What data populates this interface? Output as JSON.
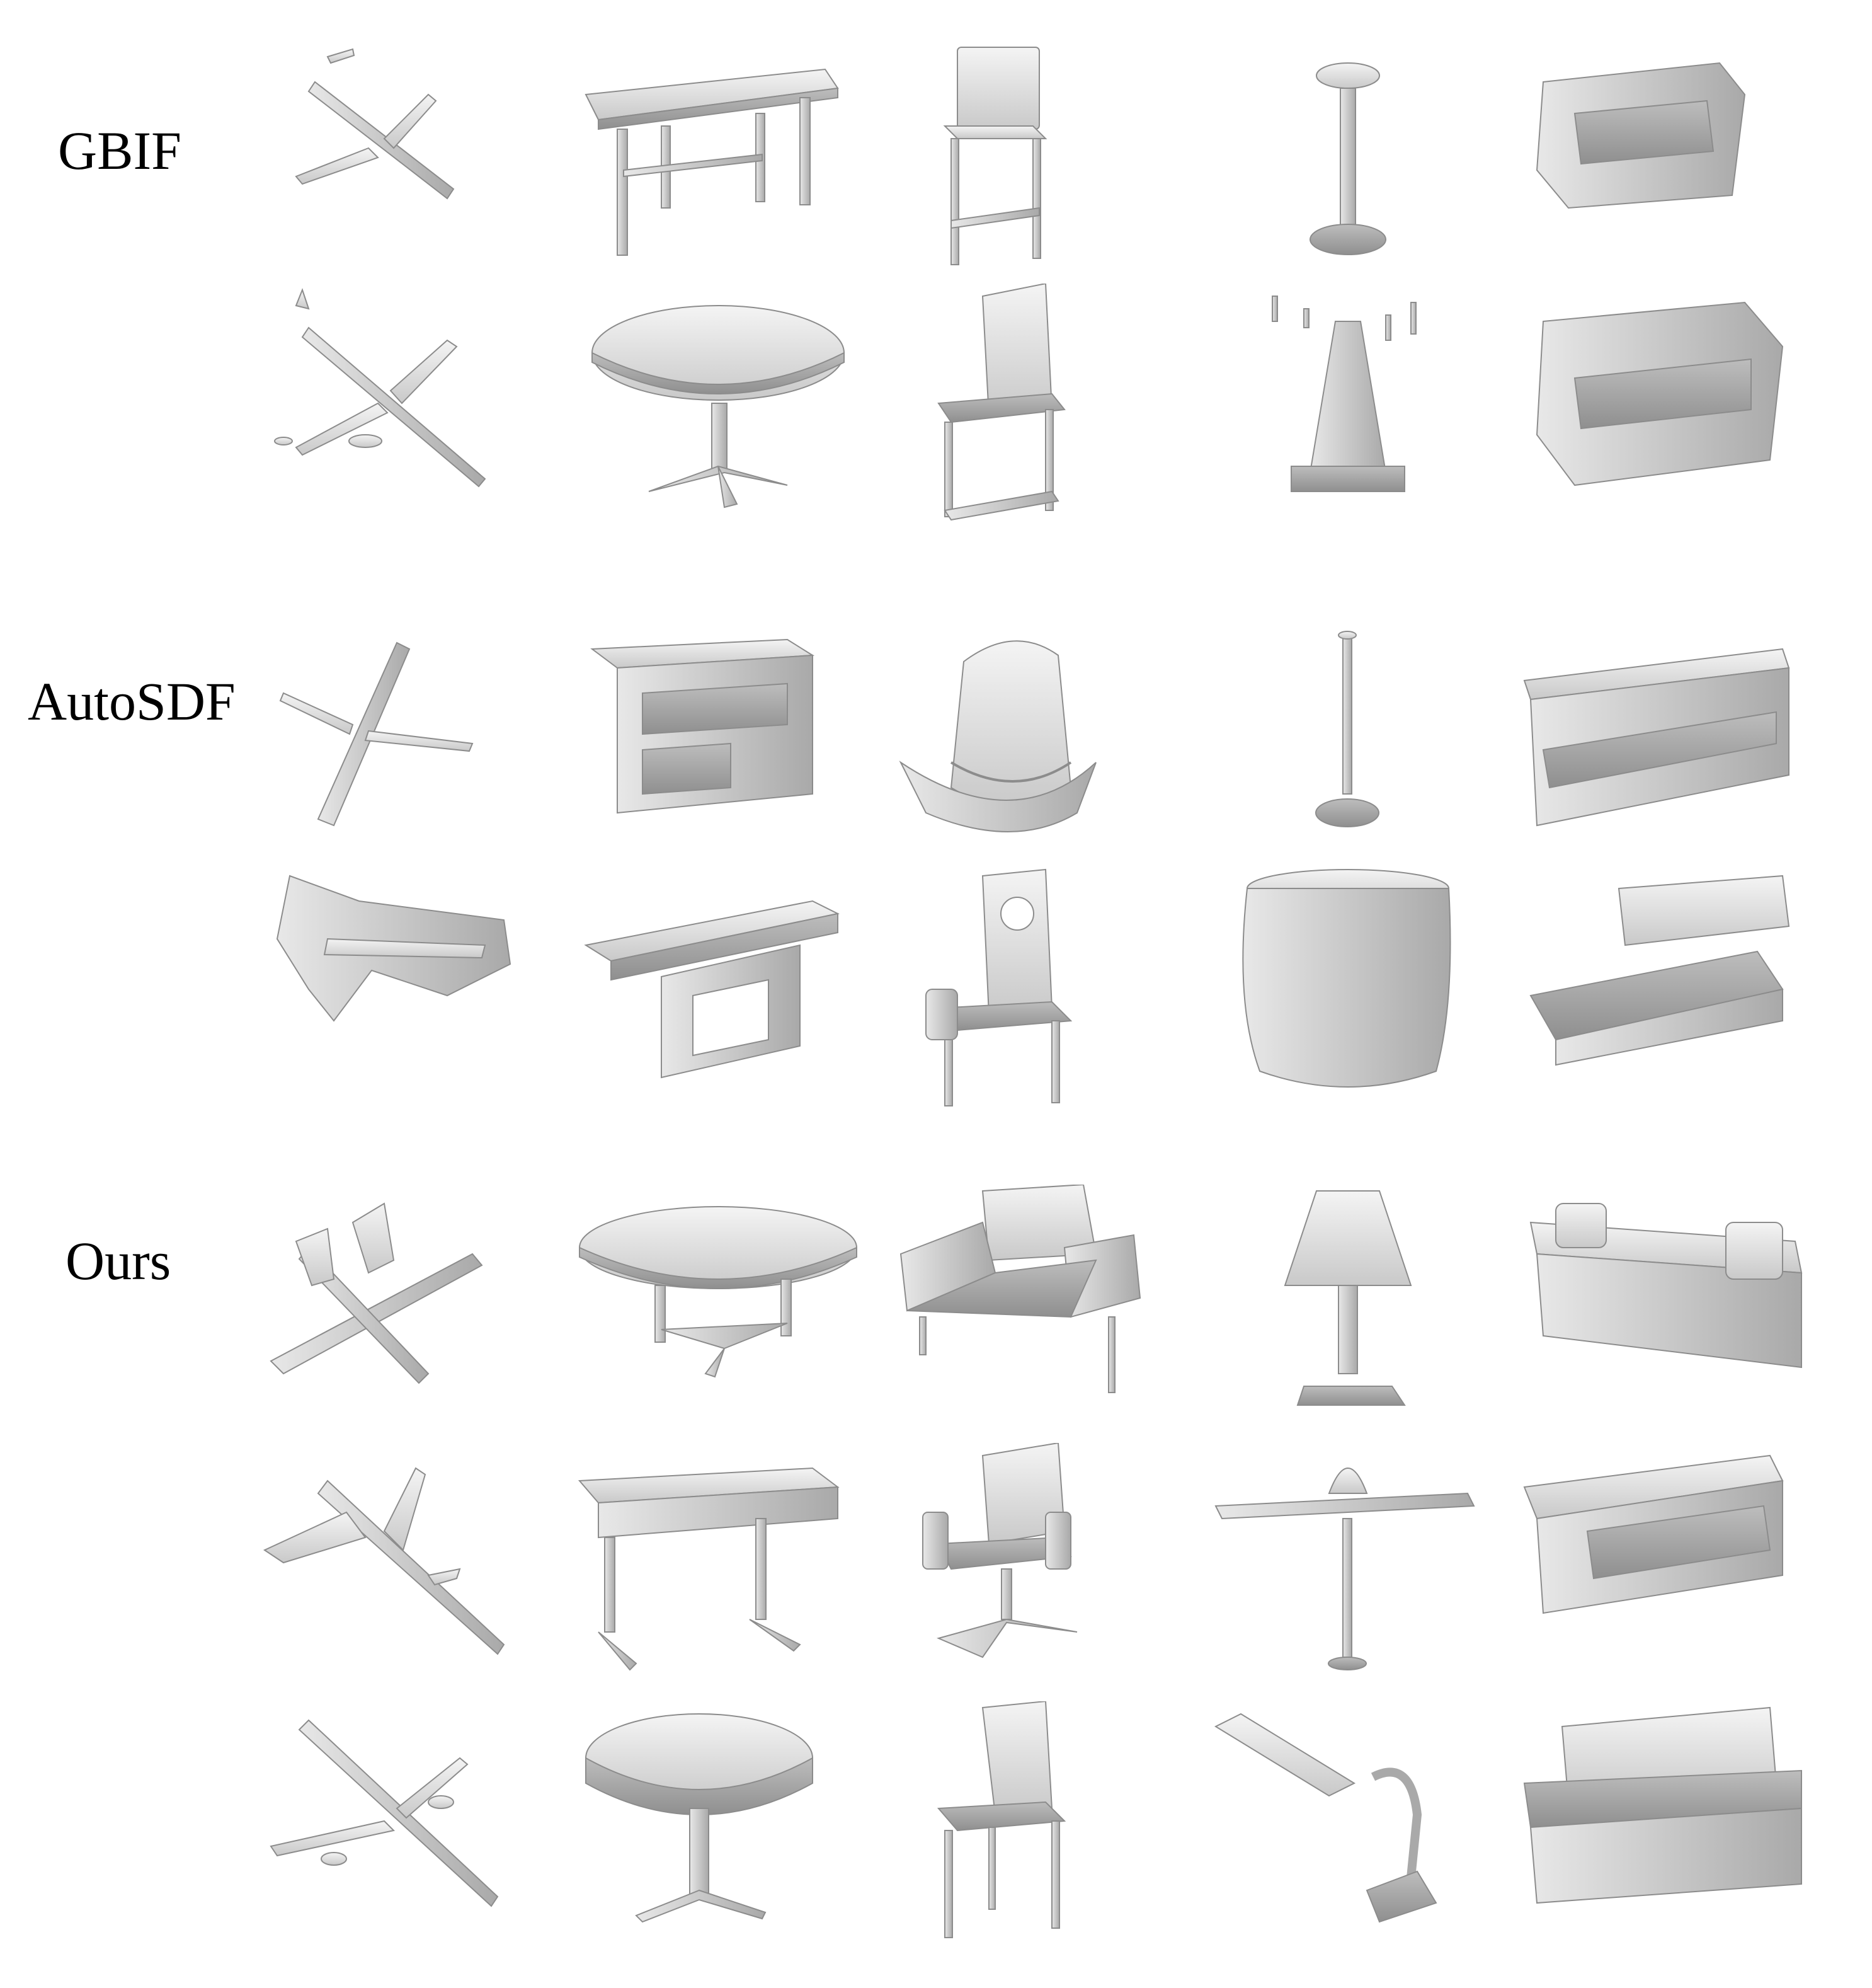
{
  "figure": {
    "groups": [
      {
        "label": "GBIF",
        "rows": 2
      },
      {
        "label": "AutoSDF",
        "rows": 2
      },
      {
        "label": "Ours",
        "rows": 3
      }
    ],
    "columns": [
      "airplane",
      "table",
      "chair",
      "lamp",
      "sofa"
    ],
    "shading": {
      "base": "#d9d9d9",
      "light": "#f3f3f3",
      "dark": "#9a9a9a",
      "edge": "#8c8c8c"
    }
  }
}
